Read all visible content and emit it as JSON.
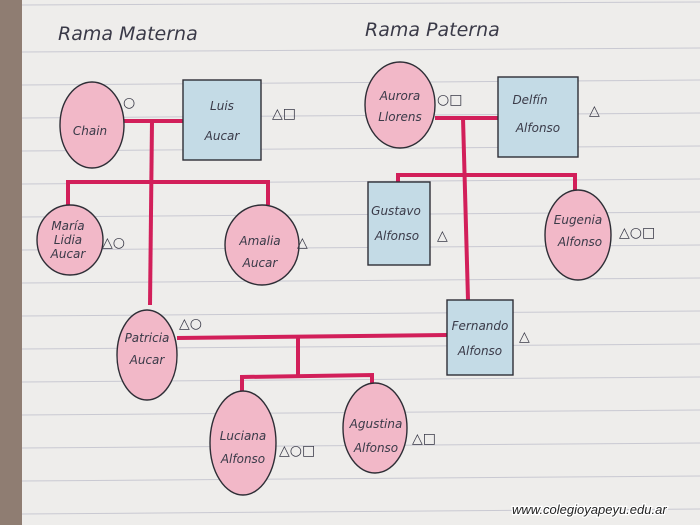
{
  "titles": {
    "maternal": "Rama Materna",
    "paternal": "Rama Paterna"
  },
  "people": {
    "chain": {
      "first": "Chain",
      "last": "",
      "marks": "○"
    },
    "luis": {
      "first": "Luis",
      "last": "Aucar",
      "marks": "△□"
    },
    "maria_lidia": {
      "first": "María",
      "middle": "Lidia",
      "last": "Aucar",
      "marks": "△○"
    },
    "amalia": {
      "first": "Amalia",
      "last": "Aucar",
      "marks": "△"
    },
    "patricia": {
      "first": "Patricia",
      "last": "Aucar",
      "marks": "△○"
    },
    "aurora": {
      "first": "Aurora",
      "last": "Llorens",
      "marks": "○□"
    },
    "delfin": {
      "first": "Delfín",
      "last": "Alfonso",
      "marks": "△"
    },
    "gustavo": {
      "first": "Gustavo",
      "last": "Alfonso",
      "marks": "△"
    },
    "eugenia": {
      "first": "Eugenia",
      "last": "Alfonso",
      "marks": "△○□"
    },
    "fernando": {
      "first": "Fernando",
      "last": "Alfonso",
      "marks": "△"
    },
    "luciana": {
      "first": "Luciana",
      "last": "Alfonso",
      "marks": "△○□"
    },
    "agustina": {
      "first": "Agustina",
      "last": "Alfonso",
      "marks": "△□"
    }
  },
  "watermark": "www.colegioyapeyu.edu.ar",
  "colors": {
    "female": "#f2b8c8",
    "male": "#c4dbe6",
    "line": "#d21f5a",
    "ink": "#3a3a48"
  }
}
